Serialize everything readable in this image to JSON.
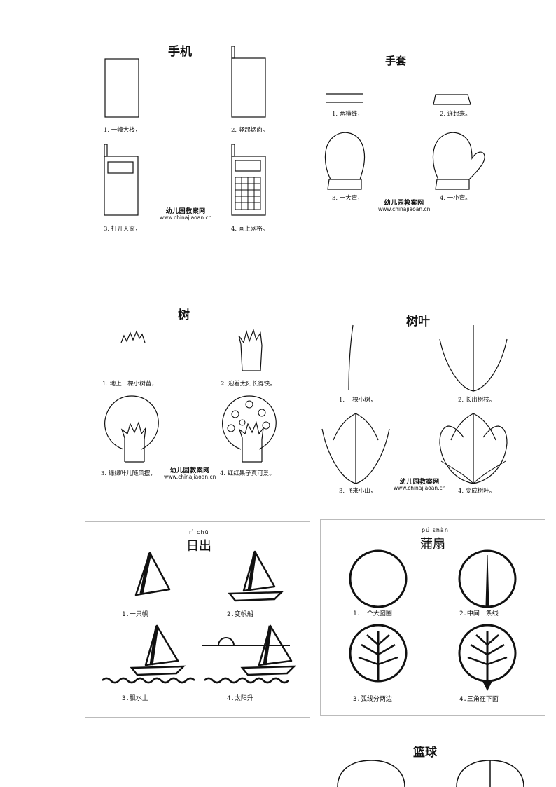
{
  "phone": {
    "title": "手机",
    "steps": [
      "1. 一幢大楼，",
      "2. 竖起烟囱。",
      "3. 打开天窗，",
      "4. 画上网格。"
    ]
  },
  "glove": {
    "title": "手套",
    "steps": [
      "1. 两横线，",
      "2. 连起来。",
      "3. 一大弯，",
      "4. 一小弯。"
    ]
  },
  "tree": {
    "title": "树",
    "steps": [
      "1. 地上一棵小树苗，",
      "2. 迎着太阳长得快。",
      "3. 绿绿叶儿随风摆，",
      "4. 红红果子真可爱。"
    ]
  },
  "leaf": {
    "title": "树叶",
    "steps": [
      "1. 一棵小树，",
      "2. 长出树枝。",
      "3. 飞来小山，",
      "4. 变成树叶。"
    ]
  },
  "sunrise": {
    "title": "日出",
    "pinyin": "rì   chū",
    "steps": [
      "1.一只帆",
      "2.变帆船",
      "3.飘水上",
      "4.太阳升"
    ]
  },
  "fan": {
    "title": "蒲扇",
    "pinyin": "pú   shàn",
    "steps": [
      "1.一个大圆圈",
      "2.中间一条线",
      "3.弧线分两边",
      "4.三角在下面"
    ]
  },
  "basketball": {
    "title": "篮球"
  },
  "watermark": {
    "name": "幼儿园教案网",
    "url": "www.chinajiaoan.cn"
  }
}
